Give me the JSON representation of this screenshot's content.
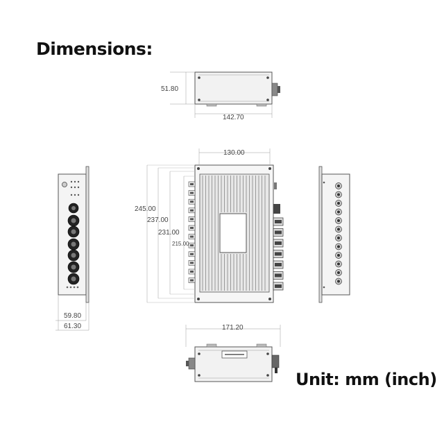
{
  "title": "Dimensions:",
  "unit_label": "Unit: mm (inch)",
  "dimensions": {
    "top_view_height": "51.80",
    "top_view_width": "142.70",
    "front_width": "130.00",
    "height_245": "245.00",
    "height_237": "237.00",
    "height_231": "231.00",
    "height_215": "215.00",
    "side_depth_inner": "59.80",
    "side_depth_outer": "61.30",
    "bottom_view_width": "171.20"
  },
  "colors": {
    "line": "#555555",
    "fill": "#eeeeee",
    "dark": "#333333"
  }
}
